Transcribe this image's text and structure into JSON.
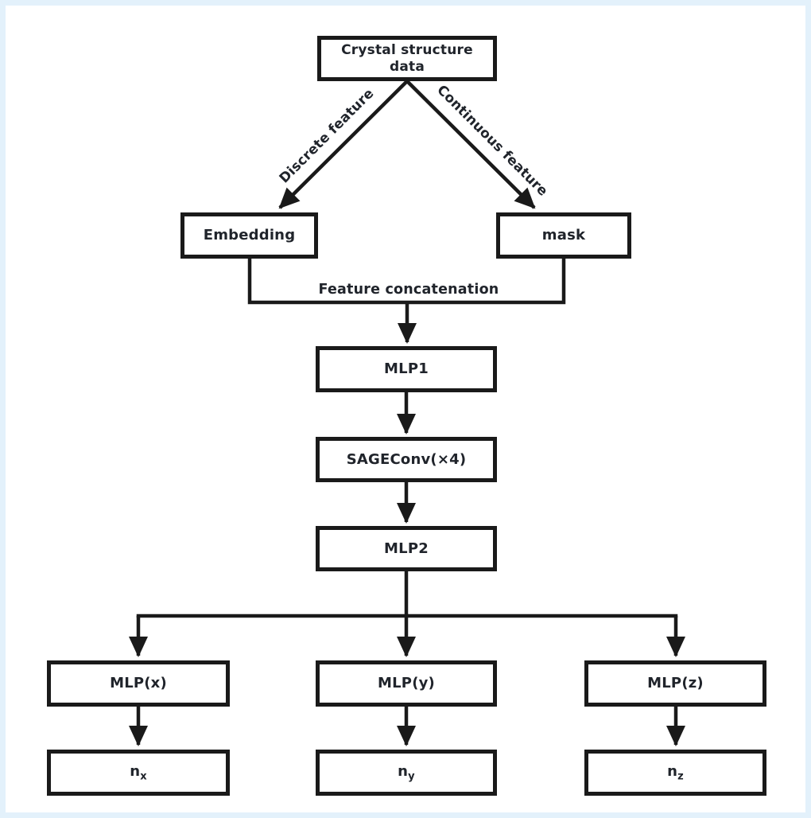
{
  "diagram": {
    "nodes": {
      "crystal": {
        "label": "Crystal structure data"
      },
      "embedding": {
        "label": "Embedding"
      },
      "mask": {
        "label": "mask"
      },
      "mlp1": {
        "label": "MLP1"
      },
      "sageconv": {
        "label": "SAGEConv(×4)"
      },
      "mlp2": {
        "label": "MLP2"
      },
      "mlp_x": {
        "label": "MLP(x)"
      },
      "mlp_y": {
        "label": "MLP(y)"
      },
      "mlp_z": {
        "label": "MLP(z)"
      },
      "n_x": {
        "main": "n",
        "sub": "x"
      },
      "n_y": {
        "main": "n",
        "sub": "y"
      },
      "n_z": {
        "main": "n",
        "sub": "z"
      }
    },
    "edge_labels": {
      "discrete": "Discrete feature",
      "continuous": "Continuous feature",
      "concat": "Feature concatenation"
    }
  },
  "colors": {
    "line": "#1a1a1a",
    "text": "#20242b",
    "frame": "#e3f1fb",
    "background": "#ffffff"
  }
}
